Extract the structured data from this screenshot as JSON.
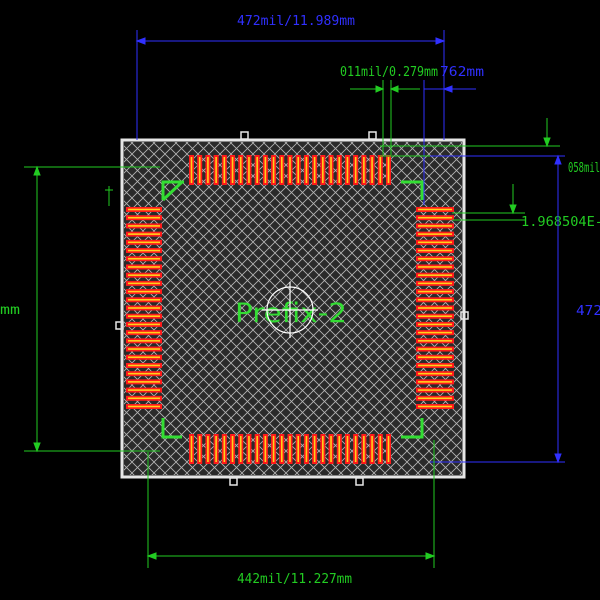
{
  "window": {
    "background": "#000000"
  },
  "dimensions": {
    "top_width": "472mil/11.989mm",
    "top_pad_width": "011mil/0.279mm",
    "top_pitch_suffix": "762mm",
    "right_edge_offset": "058mil",
    "right_gap": "1.968504E-",
    "right_height": "472",
    "left_height": "mm",
    "bottom_width": "442mil/11.227mm"
  },
  "component": {
    "designator": "Prefix-2",
    "pads_per_side": 25
  },
  "colors": {
    "outline": "#ffffff",
    "body": "#3a3a3a",
    "hatch": "#d8d8d8",
    "pad": "#ff1a1a",
    "pad_stripe": "#ffd21a",
    "silk": "#33dd33",
    "dim_blue": "#3030ff",
    "dim_green": "#22cc22"
  }
}
